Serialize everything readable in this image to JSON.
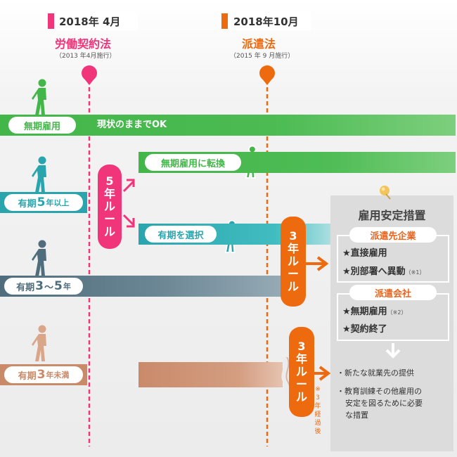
{
  "header": {
    "left": {
      "date": "2018年 4月",
      "law": "労働契約法",
      "note": "（2013 年4月施行）",
      "color": "#f0357a"
    },
    "right": {
      "date": "2018年10月",
      "law": "派遣法",
      "note": "（2015 年 9 月施行）",
      "color": "#ee6a0e"
    }
  },
  "rows": {
    "indefinite": {
      "label": "無期雇用",
      "text": "現状のままでOK",
      "color": "#43b649"
    },
    "over5": {
      "label_pre": "有期",
      "label_num": "5",
      "label_post": "年以上",
      "color": "#2ba5ad"
    },
    "y3to5": {
      "label_pre": "有期",
      "label_num": "3",
      "label_tilde": "〜",
      "label_num2": "5",
      "label_post": "年",
      "color": "#4f6d7c"
    },
    "under3": {
      "label_pre": "有期",
      "label_num": "3",
      "label_post": "年未満",
      "color": "#c98a6a"
    }
  },
  "convert_bar": {
    "text": "無期雇用に転換",
    "color": "#43b649"
  },
  "choose_bar": {
    "text": "有期を選択",
    "color": "#30b5b9"
  },
  "rule5": {
    "chars": [
      "5",
      "年",
      "ル",
      "ー",
      "ル"
    ],
    "color": "#f0357a"
  },
  "rule3a": {
    "chars": [
      "3",
      "年",
      "ル",
      "ー",
      "ル"
    ],
    "color": "#ee6a0e"
  },
  "rule3b": {
    "chars": [
      "3",
      "年",
      "ル",
      "ー",
      "ル"
    ],
    "color": "#ee6a0e"
  },
  "rule3b_note": {
    "chars": [
      "※",
      "3",
      "年",
      "経",
      "過",
      "後"
    ]
  },
  "panel": {
    "title": "雇用安定措置",
    "sec1": {
      "title": "派遣先企業",
      "item1": "★直接雇用",
      "item2": "★別部署へ異動",
      "item2_note": "（※1）"
    },
    "sec2": {
      "title": "派遣会社",
      "item1": "★無期雇用",
      "item1_note": "（※2）",
      "item2": "★契約終了"
    },
    "bullets": {
      "b1": "・新たな就業先の提供",
      "b2a": "・教育訓練その他雇用の",
      "b2b": "安定を図るために必要",
      "b2c": "な措置"
    }
  },
  "colors": {
    "orange": "#ee6a0e",
    "pink": "#f0357a",
    "pushpin": "#f2c55c"
  }
}
